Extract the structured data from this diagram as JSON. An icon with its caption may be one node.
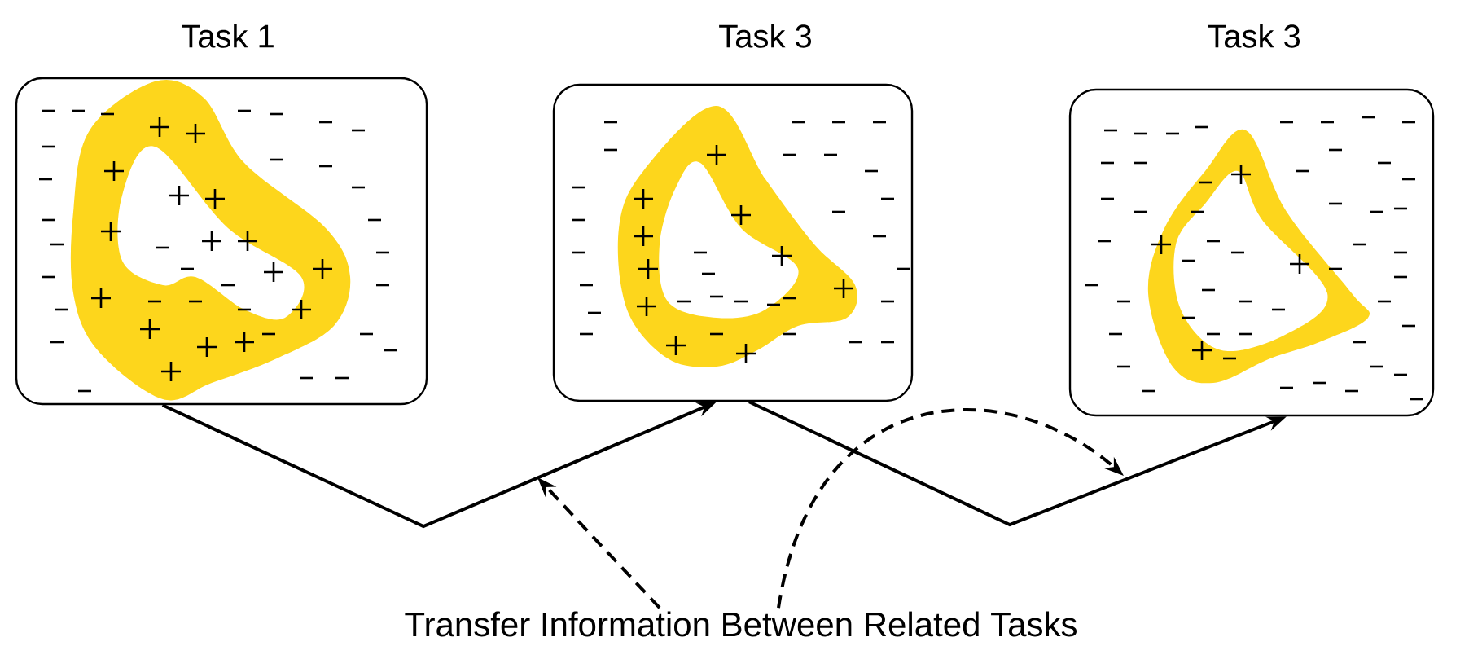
{
  "diagram": {
    "nodes": [
      {
        "text": [
          "Task 1"
        ]
      },
      {
        "text": [
          "Task 3"
        ]
      },
      {
        "text": [
          "Task 3"
        ]
      },
      {
        "text": [
          "Transfer Information Between Related Tasks"
        ]
      }
    ],
    "edges": [
      {
        "from": 0,
        "to": 1,
        "arrow": "to"
      },
      {
        "from": 1,
        "to": 2,
        "arrow": "to"
      },
      {
        "from": 3,
        "to": null,
        "arrow": "to",
        "style": "dashed"
      },
      {
        "from": 3,
        "to": null,
        "arrow": "to",
        "style": "dashed"
      }
    ]
  }
}
